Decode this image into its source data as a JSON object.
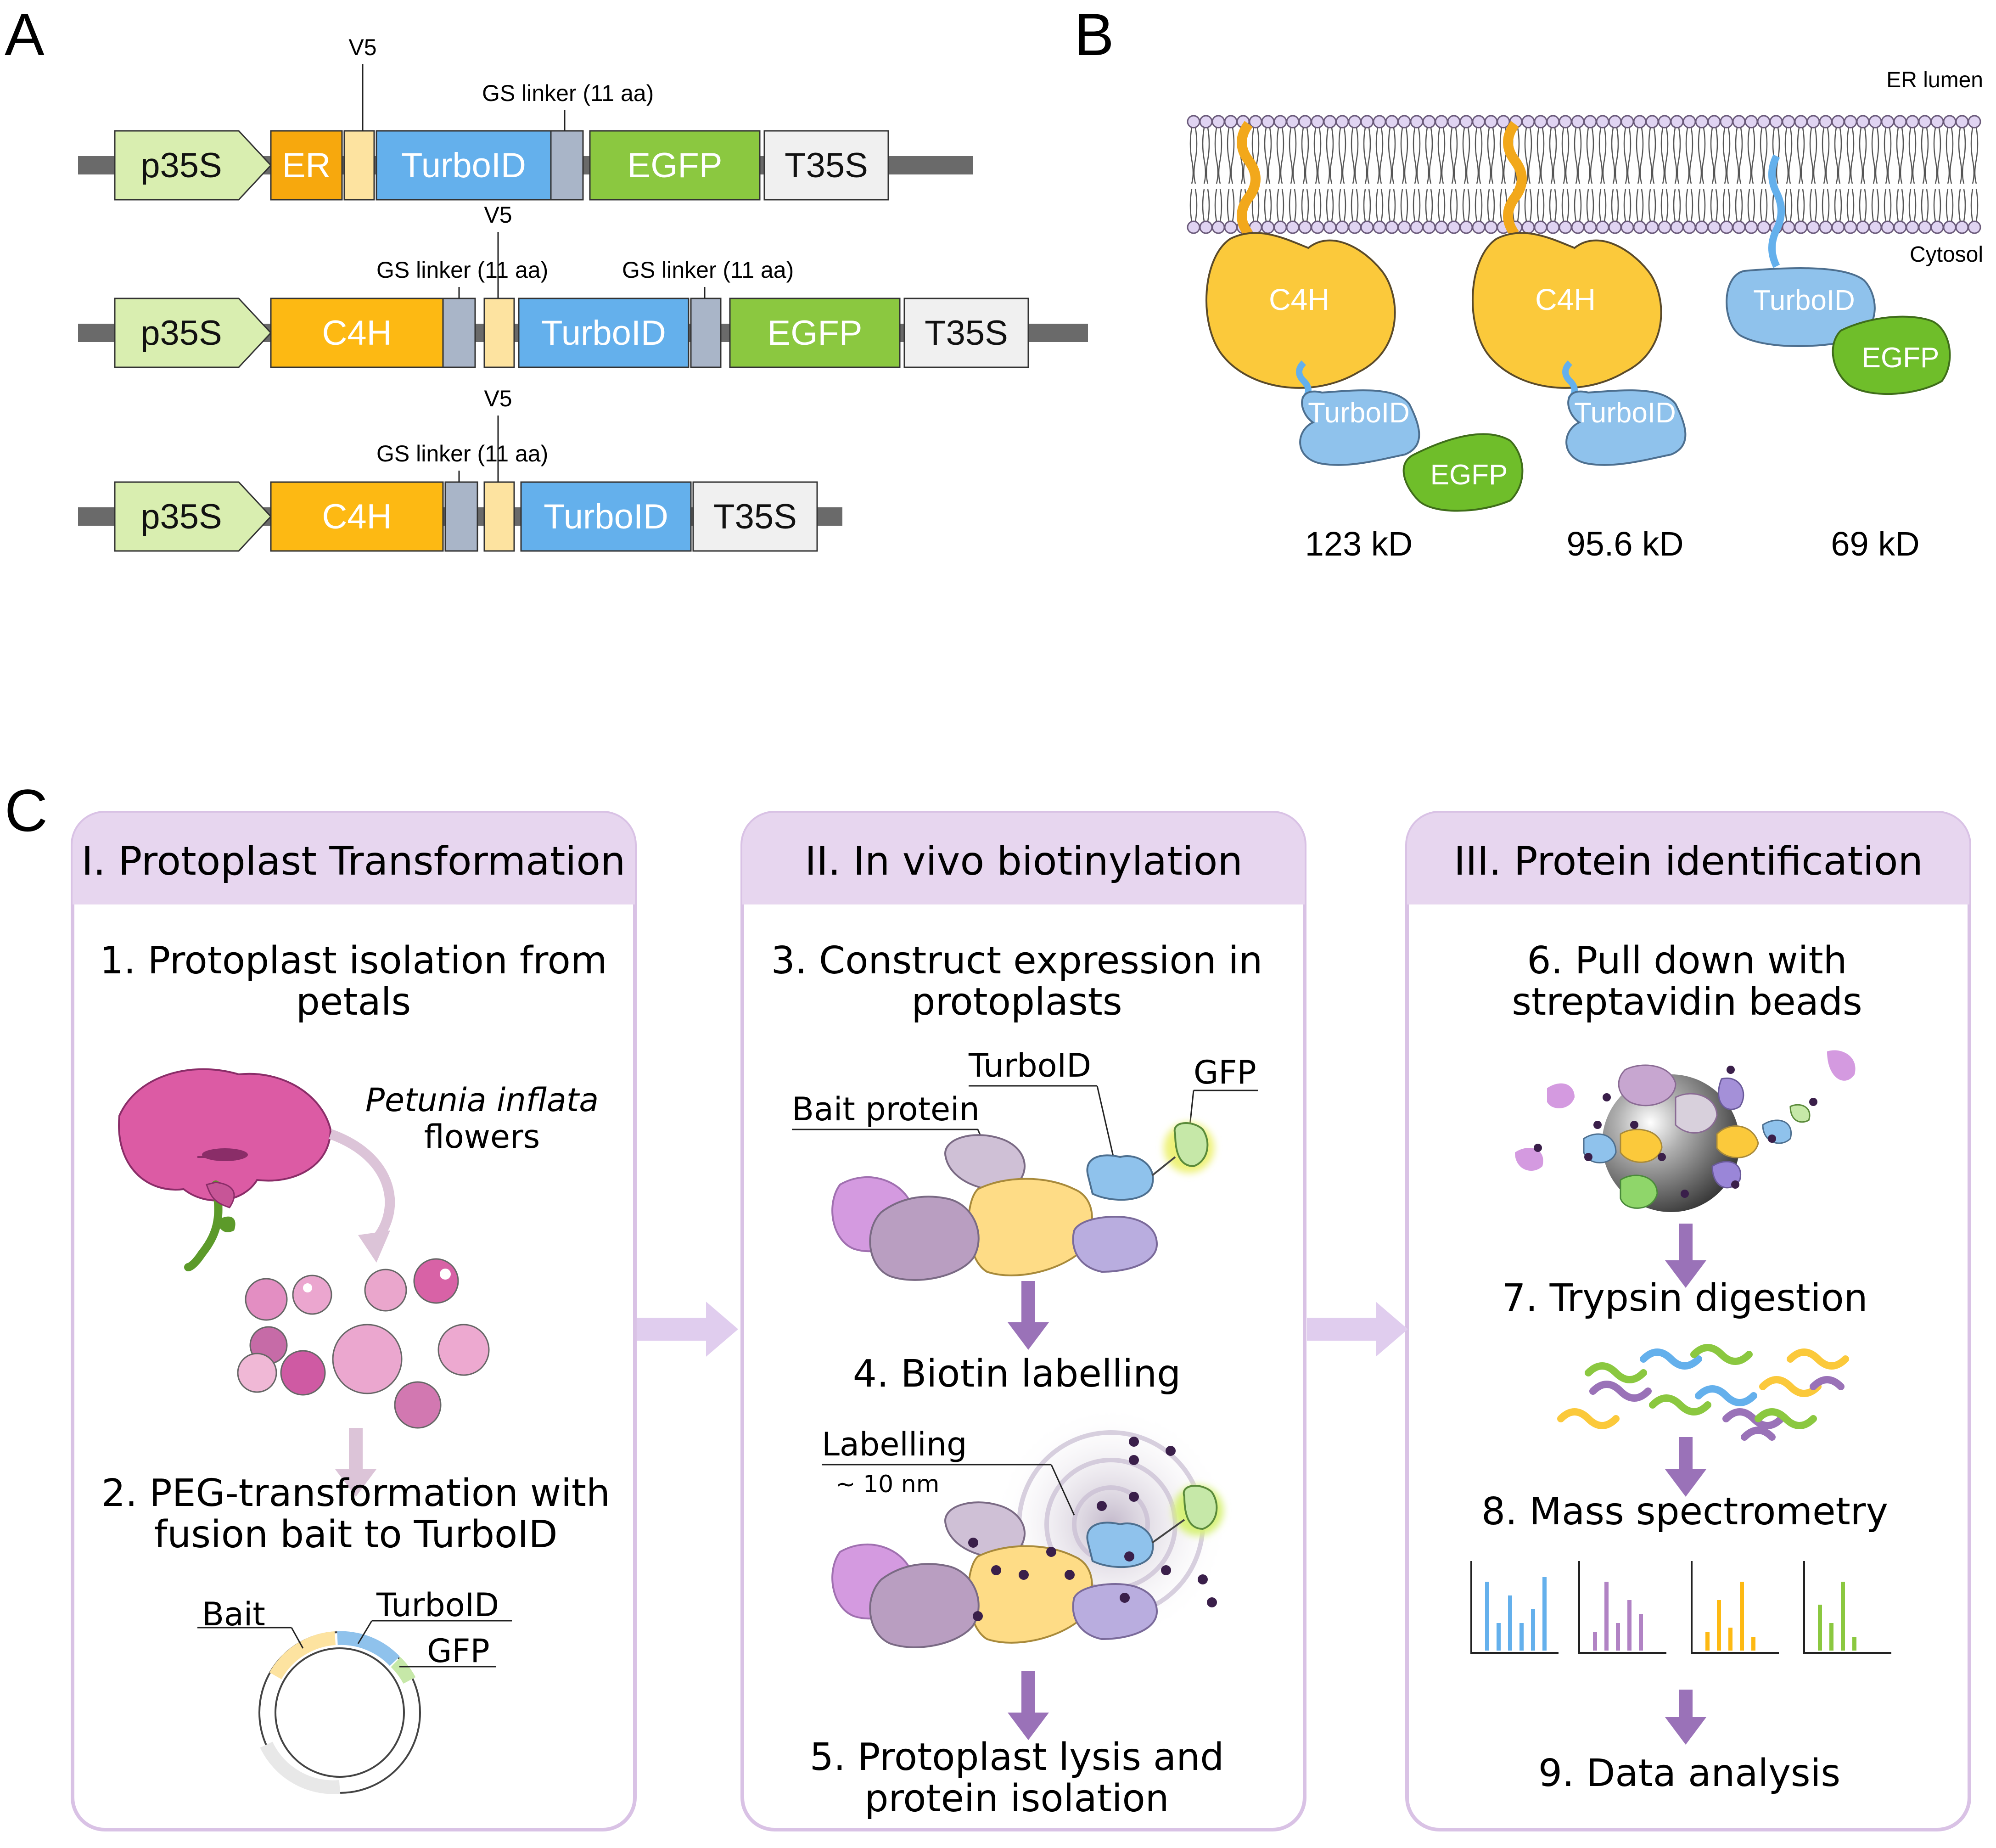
{
  "panel_a": {
    "letter": "A",
    "constructs": [
      {
        "name": "construct-er",
        "parts": [
          {
            "label": "p35S",
            "kind": "promoter"
          },
          {
            "label": "ER",
            "kind": "er"
          },
          {
            "label": "",
            "kind": "v5"
          },
          {
            "label": "TurboID",
            "kind": "turbo"
          },
          {
            "label": "",
            "kind": "linker"
          },
          {
            "label": "EGFP",
            "kind": "egfp"
          },
          {
            "label": "T35S",
            "kind": "term"
          }
        ],
        "annotations": [
          "V5",
          "GS linker (11 aa)"
        ]
      },
      {
        "name": "construct-c4h-egfp",
        "parts": [
          {
            "label": "p35S",
            "kind": "promoter"
          },
          {
            "label": "C4H",
            "kind": "c4h"
          },
          {
            "label": "",
            "kind": "linker"
          },
          {
            "label": "",
            "kind": "v5"
          },
          {
            "label": "TurboID",
            "kind": "turbo"
          },
          {
            "label": "",
            "kind": "linker"
          },
          {
            "label": "EGFP",
            "kind": "egfp"
          },
          {
            "label": "T35S",
            "kind": "term"
          }
        ],
        "annotations": [
          "GS linker (11 aa)",
          "V5",
          "GS linker (11 aa)"
        ]
      },
      {
        "name": "construct-c4h",
        "parts": [
          {
            "label": "p35S",
            "kind": "promoter"
          },
          {
            "label": "C4H",
            "kind": "c4h"
          },
          {
            "label": "",
            "kind": "linker"
          },
          {
            "label": "",
            "kind": "v5"
          },
          {
            "label": "TurboID",
            "kind": "turbo"
          },
          {
            "label": "T35S",
            "kind": "term"
          }
        ],
        "annotations": [
          "GS linker (11 aa)",
          "V5"
        ]
      }
    ]
  },
  "panel_b": {
    "letter": "B",
    "er_lumen": "ER lumen",
    "cytosol": "Cytosol",
    "proteins": [
      {
        "c4h": "C4H",
        "turbo": "TurboID",
        "egfp": "EGFP",
        "mass": "123 kD"
      },
      {
        "c4h": "C4H",
        "turbo": "TurboID",
        "mass": "95.6 kD"
      },
      {
        "turbo": "TurboID",
        "egfp": "EGFP",
        "mass": "69 kD"
      }
    ]
  },
  "panel_c": {
    "letter": "C",
    "columns": [
      {
        "title": "I. Protoplast Transformation",
        "step1": [
          "1. Protoplast isolation from",
          "petals"
        ],
        "flower_label": [
          "Petunia inflata",
          "flowers"
        ],
        "step2": [
          "2. PEG-transformation with",
          "fusion bait to TurboID"
        ],
        "plasmid_labels": [
          "Bait",
          "TurboID",
          "GFP"
        ]
      },
      {
        "title": "II. In vivo biotinylation",
        "step3": [
          "3. Construct expression in",
          "protoplasts"
        ],
        "labels": [
          "TurboID",
          "GFP",
          "Bait protein"
        ],
        "step4": "4. Biotin labelling",
        "labelling": "Labelling",
        "range": "~ 10 nm",
        "step5": [
          "5. Protoplast lysis and",
          "protein isolation"
        ]
      },
      {
        "title": "III. Protein identification",
        "step6": [
          "6. Pull down with",
          "streptavidin beads"
        ],
        "step7": "7. Trypsin digestion",
        "step8": "8. Mass spectrometry",
        "step9": "9. Data analysis"
      }
    ]
  },
  "colors": {
    "promoter": "#d9eeb0",
    "er": "#f7a80d",
    "c4h": "#fdb913",
    "v5": "#fde3a0",
    "turbo": "#64b0ec",
    "linker": "#a9b5c8",
    "egfp": "#8bc840",
    "term": "#f0f0f0",
    "backbone": "#6a6a6a",
    "panel_fill": "#e7d6ef",
    "panel_border": "#d9c2e5",
    "arrow": "#9a72b8",
    "arrow_light": "#d7c4e6",
    "membrane_head": "#e0d4f2"
  }
}
